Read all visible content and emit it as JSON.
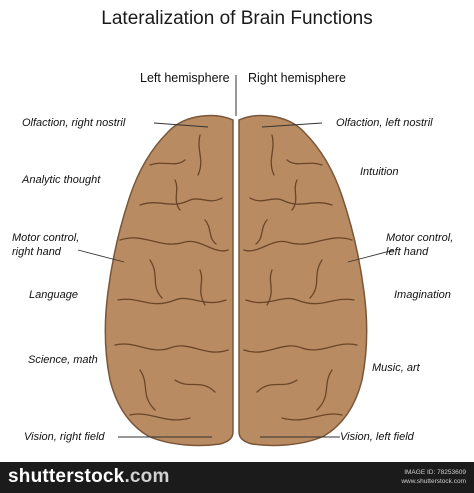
{
  "title": "Lateralization of Brain Functions",
  "hemispheres": {
    "left": "Left hemisphere",
    "right": "Right hemisphere"
  },
  "left_labels": [
    "Olfaction, right nostril",
    "Analytic thought",
    "Motor control,",
    "right hand",
    "Language",
    "Science, math",
    "Vision, right field"
  ],
  "right_labels": [
    "Olfaction, left nostril",
    "Intuition",
    "Motor control,",
    "left hand",
    "Imagination",
    "Music, art",
    "Vision, left field"
  ],
  "watermark": {
    "brand": "shutterstock",
    "brand_suffix": ".com",
    "image_id": "IMAGE ID: 78253609",
    "site": "www.shutterstock.com"
  },
  "colors": {
    "brain": "#b98b62",
    "brain_outline": "#7a5638",
    "sulci": "#6a4629",
    "leader_lines": "#333333",
    "footer": "#1b1b1b"
  }
}
